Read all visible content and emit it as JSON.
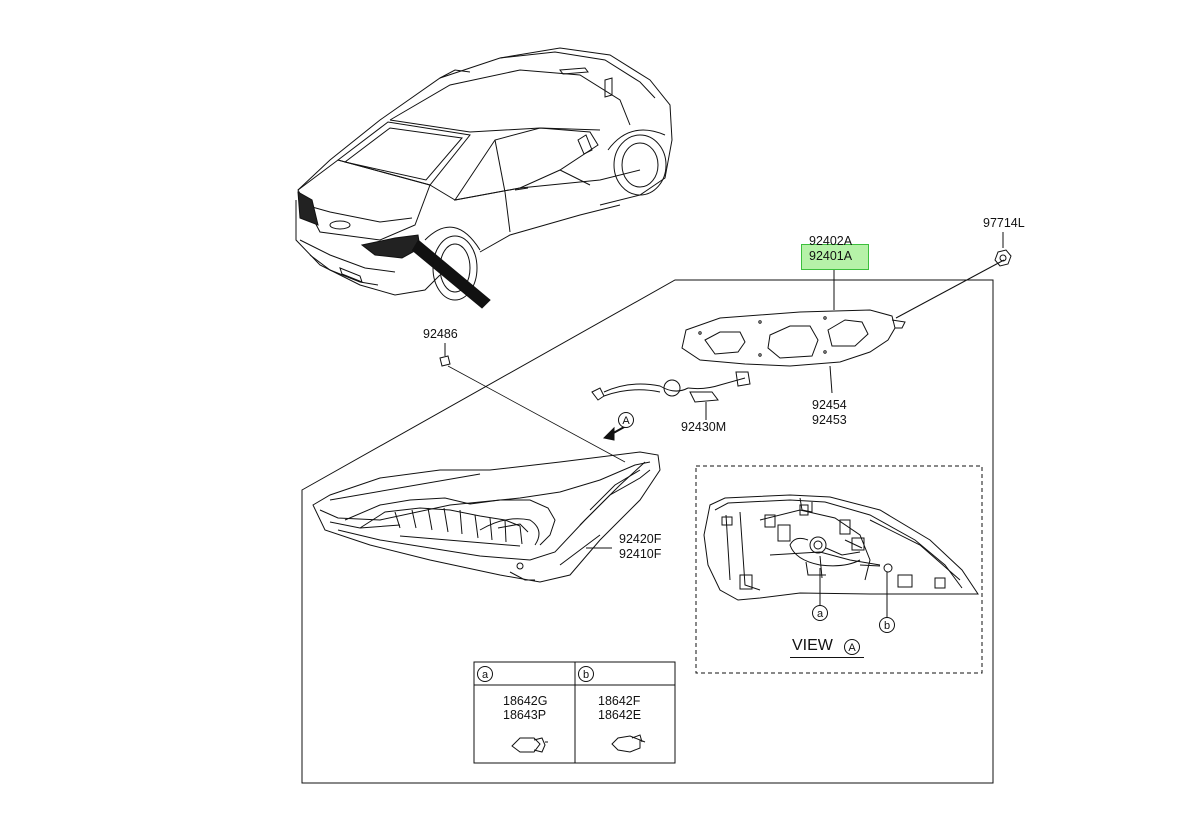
{
  "diagram": {
    "callouts": {
      "gasket_upper": "92402A",
      "gasket_lower_selected": "92401A",
      "nut": "97714L",
      "clip": "92486",
      "socket_wiring": "92430M",
      "packing_a": "92454",
      "packing_b": "92453",
      "lamp_a": "92420F",
      "lamp_b": "92410F"
    },
    "view": {
      "title": "VIEW",
      "circle_letter": "A",
      "point_a": "a",
      "point_b": "b"
    },
    "arrow_marker": "A",
    "bulb_table": {
      "col_a": {
        "key": "a",
        "part_1": "18642G",
        "part_2": "18643P"
      },
      "col_b": {
        "key": "b",
        "part_1": "18642F",
        "part_2": "18642E"
      }
    },
    "colors": {
      "highlight_fill": "#b6f2a8",
      "highlight_border": "#3cbf3c",
      "line": "#111111"
    }
  }
}
